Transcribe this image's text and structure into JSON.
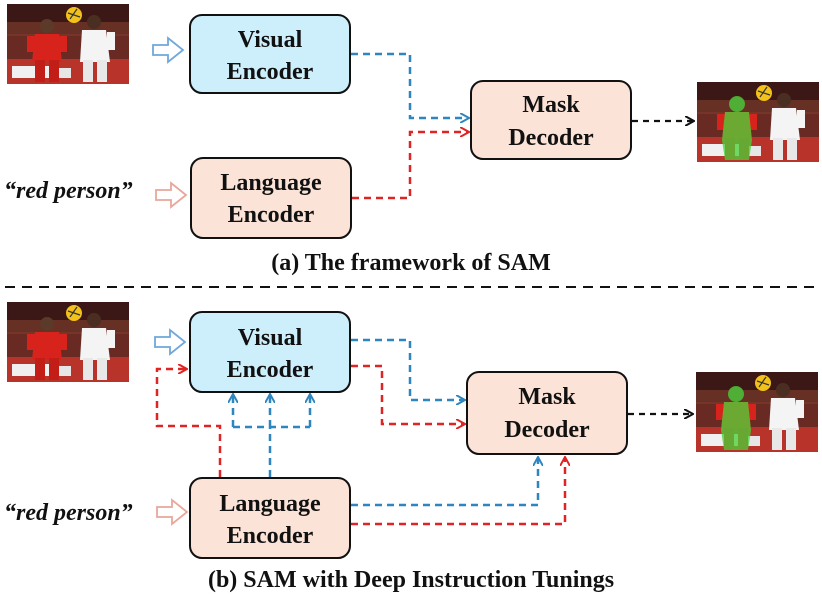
{
  "panel_a": {
    "visual_encoder": {
      "line1": "Visual",
      "line2": "Encoder"
    },
    "language_encoder": {
      "line1": "Language",
      "line2": "Encoder"
    },
    "mask_decoder": {
      "line1": "Mask",
      "line2": "Decoder"
    },
    "prompt_text": "“red person”",
    "caption": "(a) The framework of SAM"
  },
  "panel_b": {
    "visual_encoder": {
      "line1": "Visual",
      "line2": "Encoder"
    },
    "language_encoder": {
      "line1": "Language",
      "line2": "Encoder"
    },
    "mask_decoder": {
      "line1": "Mask",
      "line2": "Decoder"
    },
    "prompt_text": "“red person”",
    "caption": "(b) SAM with Deep Instruction Tunings"
  },
  "colors": {
    "visual_fill": "#cdeefb",
    "beige_fill": "#fbe3d7",
    "blue_arrow": "#2e86c1",
    "red_arrow": "#e02424",
    "black_arrow": "#111111",
    "hollow_arrow_blue": "#6fa8dc",
    "hollow_arrow_red": "#e8a79a"
  },
  "images": {
    "input_photo": "soccer-players-photo",
    "output_photo": "segmented-player-photo"
  }
}
